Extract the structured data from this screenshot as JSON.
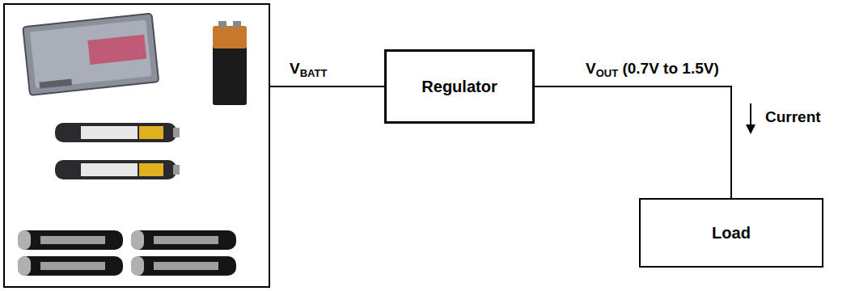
{
  "diagram": {
    "nodes": [
      {
        "text": [
          "Regulator"
        ]
      },
      {
        "text": [
          "Load"
        ]
      }
    ],
    "edges": [
      {
        "from": 0,
        "to": 1,
        "arrow": "none"
      }
    ],
    "labels": [
      "VBATT",
      "VOUT (0.7V to 1.5V)",
      "Current"
    ]
  }
}
